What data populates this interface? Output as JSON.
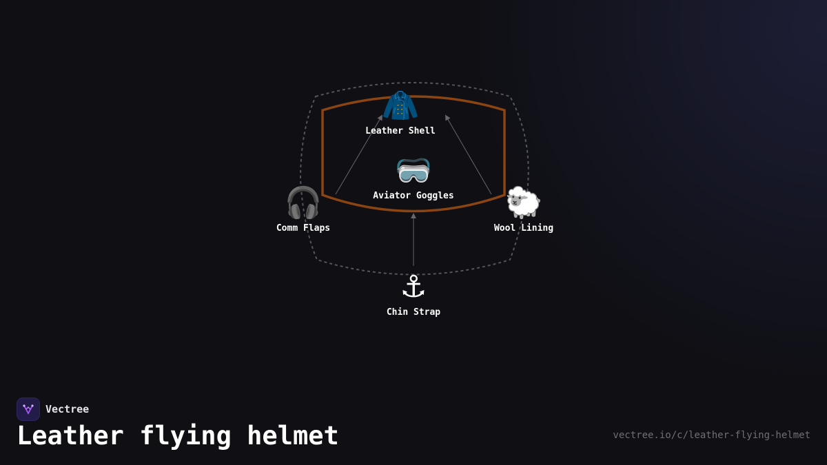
{
  "nodes": {
    "leather_shell": {
      "icon": "coat",
      "emoji": "🧥",
      "label": "Leather Shell"
    },
    "aviator_goggles": {
      "icon": "goggles",
      "emoji": "🥽",
      "label": "Aviator Goggles"
    },
    "comm_flaps": {
      "icon": "headphone",
      "emoji": "🎧",
      "label": "Comm Flaps"
    },
    "wool_lining": {
      "icon": "sheep",
      "emoji": "🐑",
      "label": "Wool Lining"
    },
    "chin_strap": {
      "icon": "anchor",
      "emoji": "⚓",
      "label": "Chin Strap"
    }
  },
  "colors": {
    "shell_outline": "#8b4513",
    "dashed_outline": "#55555c",
    "connector": "#66666e",
    "background": "#0f0f14"
  },
  "brand": {
    "name": "Vectree",
    "logo": "vectree-logo"
  },
  "title": "Leather flying helmet",
  "url": "vectree.io/c/leather-flying-helmet"
}
